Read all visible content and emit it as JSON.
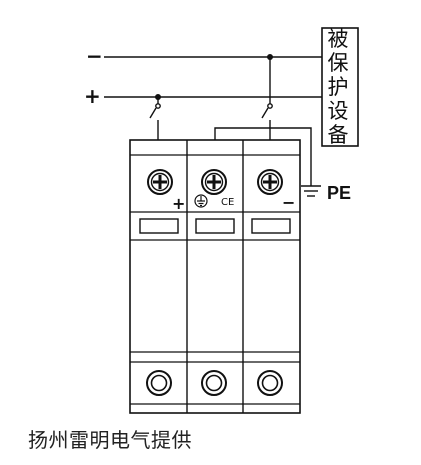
{
  "terminals": {
    "negative": "−",
    "positive": "+"
  },
  "protected_equipment": {
    "chars": [
      "被",
      "保",
      "护",
      "设",
      "备"
    ]
  },
  "ground": {
    "label": "PE"
  },
  "modules": {
    "left_polarity": "+",
    "right_polarity": "−",
    "middle_mark": "CE"
  },
  "footer": {
    "text": "扬州雷明电气提供"
  }
}
